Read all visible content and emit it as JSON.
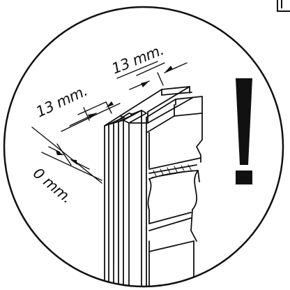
{
  "dimensions": {
    "gap_left": {
      "value": "13",
      "unit": "mm."
    },
    "gap_right": {
      "value": "13",
      "unit": "mm."
    },
    "offset": {
      "value": "0",
      "unit": "mm."
    }
  },
  "warning": {
    "icon": "exclamation-icon"
  },
  "colors": {
    "ink": "#111111",
    "background": "#ffffff"
  }
}
